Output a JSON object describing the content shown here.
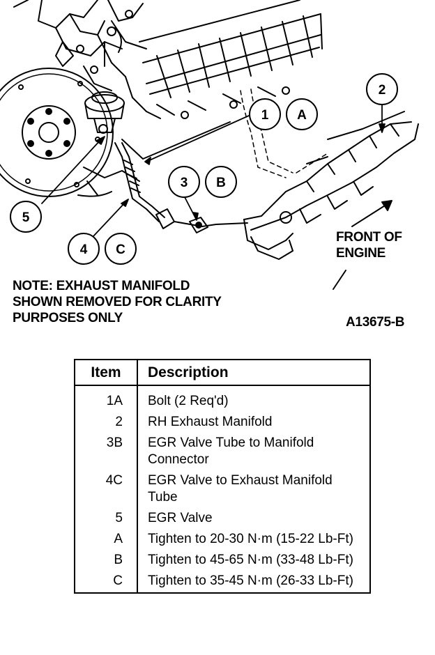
{
  "callouts": {
    "c1": "1",
    "cA": "A",
    "c2": "2",
    "c3": "3",
    "cB": "B",
    "c4": "4",
    "cC": "C",
    "c5": "5"
  },
  "note": {
    "line1": "NOTE: EXHAUST MANIFOLD",
    "line2": "SHOWN REMOVED FOR CLARITY",
    "line3": "PURPOSES ONLY"
  },
  "front_label": {
    "line1": "FRONT OF",
    "line2": "ENGINE"
  },
  "figure_id": "A13675-B",
  "table": {
    "headers": {
      "item": "Item",
      "description": "Description"
    },
    "rows": [
      {
        "item": "1A",
        "description": "Bolt (2 Req'd)"
      },
      {
        "item": "2",
        "description": "RH Exhaust Manifold"
      },
      {
        "item": "3B",
        "description": "EGR Valve Tube to Manifold Connector"
      },
      {
        "item": "4C",
        "description": "EGR Valve to Exhaust Manifold Tube"
      },
      {
        "item": "5",
        "description": "EGR Valve"
      },
      {
        "item": "A",
        "description": "Tighten to 20-30 N·m (15-22 Lb-Ft)"
      },
      {
        "item": "B",
        "description": "Tighten to 45-65 N·m (33-48 Lb-Ft)"
      },
      {
        "item": "C",
        "description": "Tighten to 35-45 N·m (26-33 Lb-Ft)"
      }
    ]
  }
}
